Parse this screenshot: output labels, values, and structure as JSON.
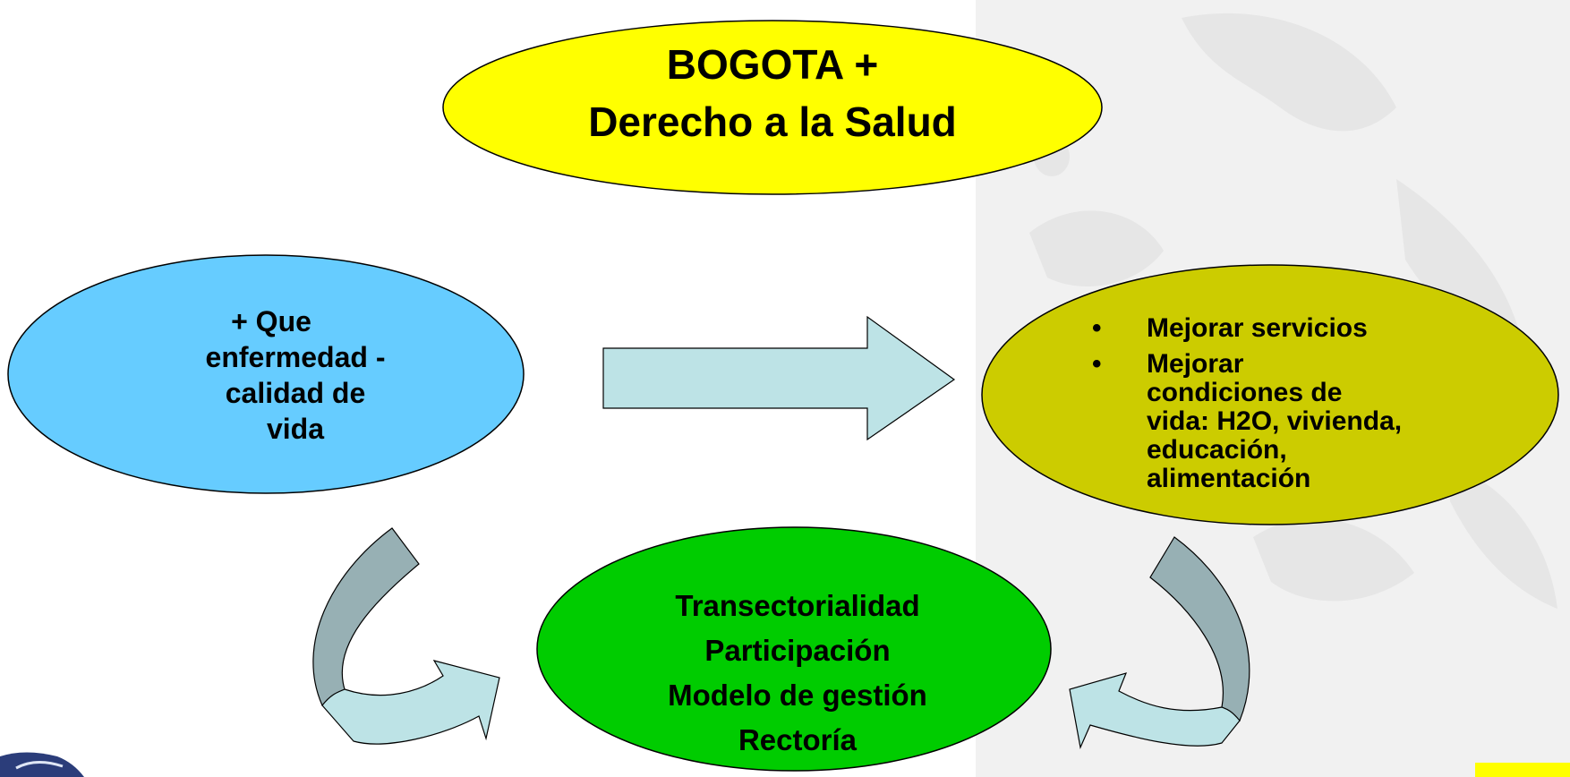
{
  "title_node": {
    "lines": [
      "BOGOTA +",
      "Derecho a la Salud"
    ],
    "fill": "#ffff00"
  },
  "left_node": {
    "lines": [
      "+ Que",
      "enfermedad -",
      "calidad de",
      "vida"
    ],
    "fill": "#66ccff"
  },
  "right_node": {
    "bullets": [
      {
        "lines": [
          "Mejorar servicios"
        ]
      },
      {
        "lines": [
          "Mejorar",
          "condiciones de",
          "vida: H2O, vivienda,",
          "educación,",
          "alimentación"
        ]
      }
    ],
    "bullet_char": "•",
    "fill": "#cccc00"
  },
  "center_node": {
    "lines": [
      "Transectorialidad",
      "Participación",
      "Modelo de gestión",
      "Rectoría"
    ],
    "fill": "#00cc00"
  },
  "colors": {
    "arrow_fill": "#bde3e6",
    "curved_arrow_dark": "#97b0b4",
    "outline": "#000000",
    "background_panel": "#f1f1f1",
    "corner_accent": "#ffff00"
  },
  "icons": [
    "logo-emblem-icon",
    "right-arrow-icon",
    "curved-arrow-icon"
  ]
}
